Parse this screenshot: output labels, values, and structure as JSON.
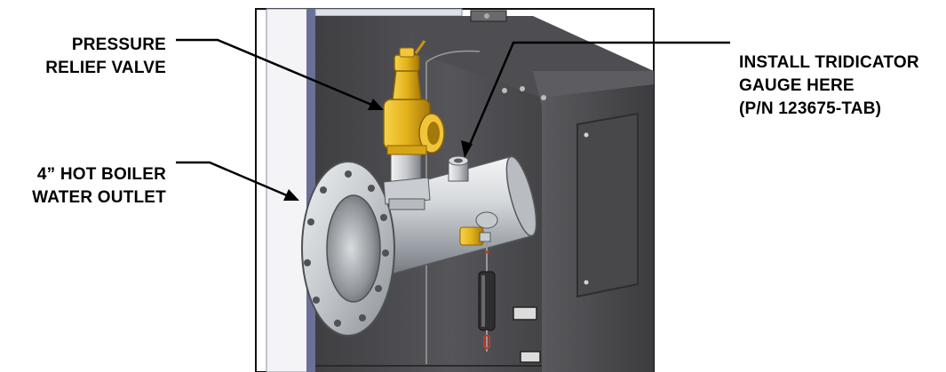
{
  "labels": {
    "pressure_relief_valve": [
      "PRESSURE",
      "RELIEF VALVE"
    ],
    "hot_boiler_outlet": [
      "4” HOT BOILER",
      "WATER OUTLET"
    ],
    "tridicator": [
      "INSTALL TRIDICATOR",
      "GAUGE HERE",
      "(P/N 123675-TAB)"
    ]
  },
  "colors": {
    "cabinet_dark": "#4a4a4c",
    "cabinet_mid": "#6b6b6e",
    "steel_light": "#e8eaec",
    "steel_mid": "#a9adb2",
    "brass": "#e3b21a",
    "brass_dark": "#a5780a",
    "wire_red": "#c0392b"
  }
}
